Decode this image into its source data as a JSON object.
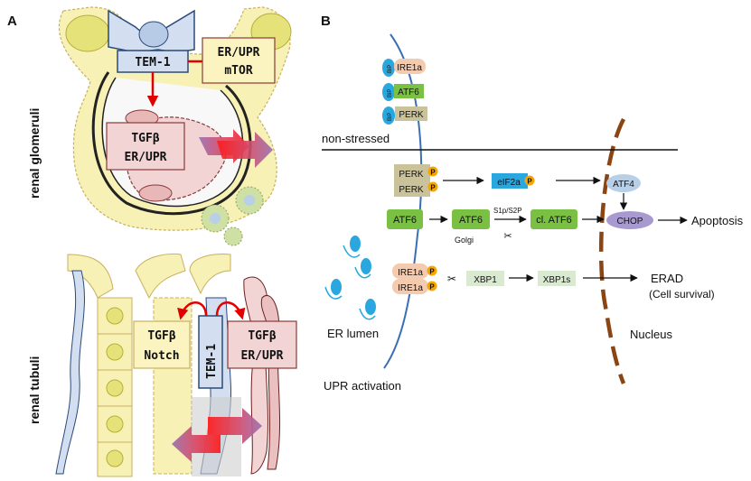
{
  "panel_a": {
    "letter": "A",
    "glomeruli_label": "renal glomeruli",
    "tubuli_label": "renal tubuli",
    "glom_tem1": "TEM-1",
    "glom_er_upr_line1": "ER/UPR",
    "glom_er_upr_line2": "mTOR",
    "glom_tgf_line1": "TGFβ",
    "glom_tgf_line2": "ER/UPR",
    "tub_tem1": "TEM-1",
    "tub_tgf_notch_line1": "TGFβ",
    "tub_tgf_notch_line2": "Notch",
    "tub_tgf_er_line1": "TGFβ",
    "tub_tgf_er_line2": "ER/UPR"
  },
  "panel_b": {
    "letter": "B",
    "bip": "BiP",
    "ire1a": "IRE1a",
    "atf6": "ATF6",
    "perk": "PERK",
    "non_stressed": "non-stressed",
    "p": "P",
    "eif2a": "eIF2a",
    "atf4": "ATF4",
    "chop": "CHOP",
    "apoptosis": "Apoptosis",
    "s1p_s2p": "S1p/S2P",
    "golgi": "Golgi",
    "cl_atf6": "cl. ATF6",
    "xbp1": "XBP1",
    "xbp1s": "XBP1s",
    "erad": "ERAD",
    "cell_survival": "(Cell survival)",
    "er_lumen": "ER lumen",
    "nucleus": "Nucleus",
    "upr_activation": "UPR activation",
    "scissors": "✂"
  },
  "colors": {
    "cell_yellow": "#f7f1b5",
    "nucleus_yellow": "#e6e27a",
    "tem_blue": "#d3dff0",
    "tem_border": "#2b4a78",
    "tgf_pink": "#f2d4d4",
    "tgf_border": "#8b3a3a",
    "red": "#e00000",
    "membrane": "#3a6fb5",
    "nucleus_brown": "#8b4513",
    "bip_blue": "#2aa7df",
    "ire_pink": "#f5cbb0",
    "atf6_green": "#7ac143",
    "perk_khaki": "#c9c29a",
    "xbp_green": "#d9ead0",
    "chop_purple": "#a89ad0",
    "p_orange": "#f7a600"
  }
}
